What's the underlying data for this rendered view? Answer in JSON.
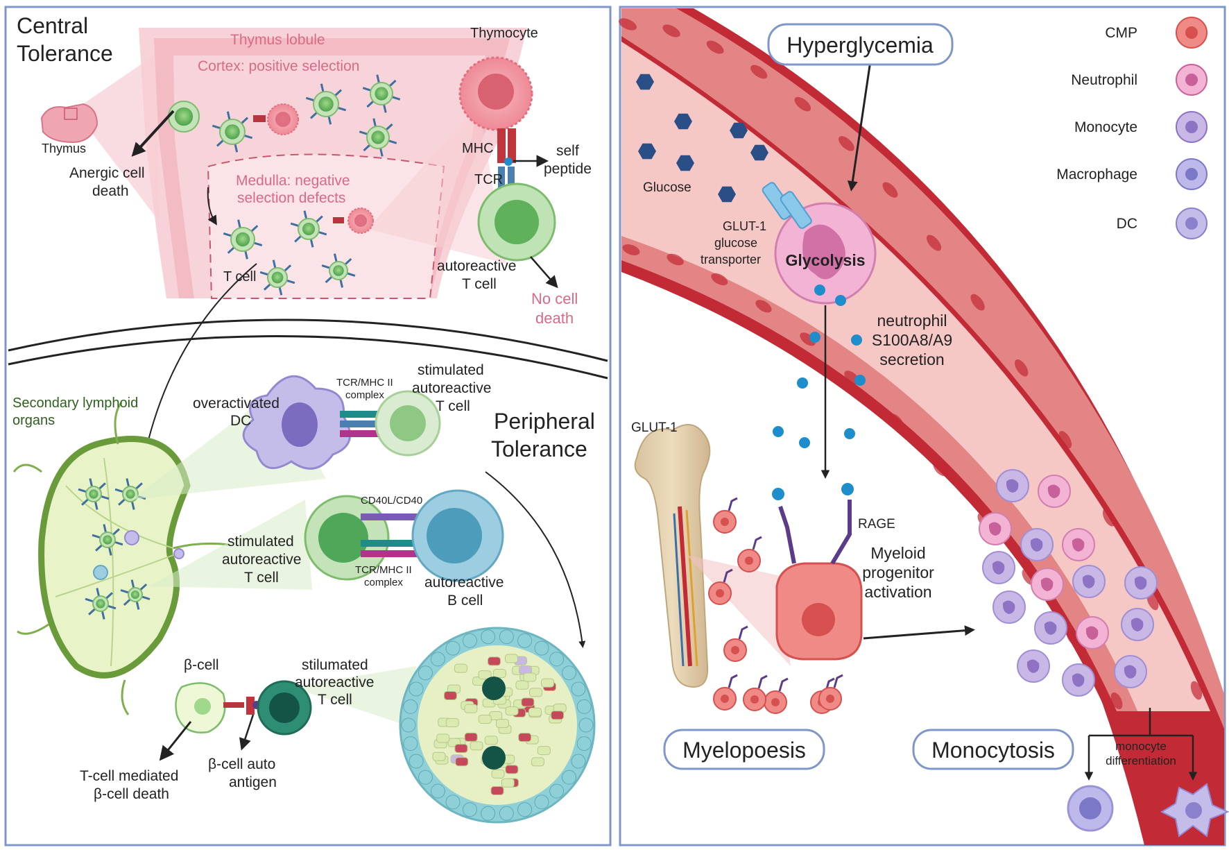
{
  "left": {
    "central_title": [
      "Central",
      "Tolerance"
    ],
    "thymus_lobule": "Thymus lobule",
    "cortex": "Cortex: positive selection",
    "medulla": [
      "Medulla: negative",
      "selection defects"
    ],
    "thymus": "Thymus",
    "anergic": [
      "Anergic cell",
      "death"
    ],
    "tcell": "T cell",
    "thymocyte": "Thymocyte",
    "mhc": "MHC",
    "tcr": "TCR",
    "self_peptide": [
      "self",
      "peptide"
    ],
    "autoreactive_tcell": [
      "autoreactive",
      "T cell"
    ],
    "no_cell_death": [
      "No cell",
      "death"
    ],
    "secondary": [
      "Secondary lymphoid",
      "organs"
    ],
    "overactivated_dc": [
      "overactivated",
      "DC"
    ],
    "tcr_mhc_top": [
      "TCR/MHC II",
      "complex"
    ],
    "stimulated_top": [
      "stimulated",
      "autoreactive",
      "T cell"
    ],
    "peripheral_title": [
      "Peripheral",
      "Tolerance"
    ],
    "cd40": "CD40L/CD40",
    "stimulated_mid": [
      "stimulated",
      "autoreactive",
      "T cell"
    ],
    "tcr_mhc_mid": [
      "TCR/MHC II",
      "complex"
    ],
    "autoreactive_bcell": [
      "autoreactive",
      "B cell"
    ],
    "beta_cell": "β-cell",
    "stilumated": [
      "stilumated",
      "autoreactive",
      "T cell"
    ],
    "tcell_mediated": [
      "T-cell mediated",
      "β-cell death"
    ],
    "beta_antigen": [
      "β-cell auto",
      "antigen"
    ]
  },
  "right": {
    "hyperglycemia": "Hyperglycemia",
    "glucose": "Glucose",
    "glut1_transporter": [
      "GLUT-1",
      "glucose",
      "transporter"
    ],
    "glycolysis": "Glycolysis",
    "secretion": [
      "neutrophil",
      "S100A8/A9",
      "secretion"
    ],
    "glut1": "GLUT-1",
    "rage": "RAGE",
    "myeloid": [
      "Myeloid",
      "progenitor",
      "activation"
    ],
    "myelopoesis": "Myelopoesis",
    "monocytosis": "Monocytosis",
    "monocyte_diff": [
      "monocyte",
      "differentiation"
    ],
    "legend": [
      {
        "label": "CMP",
        "fill": "#f08a87",
        "core": "#d5504e"
      },
      {
        "label": "Neutrophil",
        "fill": "#f2b3d4",
        "core": "#c8609a"
      },
      {
        "label": "Monocyte",
        "fill": "#c9b8e6",
        "core": "#8e72c4"
      },
      {
        "label": "Macrophage",
        "fill": "#bdb9ea",
        "core": "#7c78c8"
      },
      {
        "label": "DC",
        "fill": "#c4bdea",
        "core": "#8a80cc"
      }
    ]
  },
  "colors": {
    "frame": "#7f97c8",
    "vessel_red": "#c22a35",
    "vessel_wall": "#e38585",
    "lumen": "#f5c7c5",
    "thymus": "#f3bcc4",
    "glucose": "#2a4f86",
    "s100": "#1e8dcc",
    "tcell_green": "#5cb85c",
    "node_green": "#e9f3c8"
  }
}
